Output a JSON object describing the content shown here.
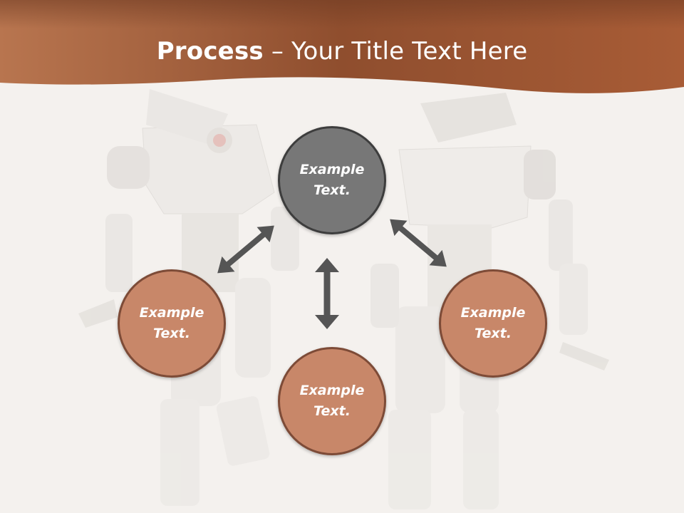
{
  "title": {
    "bold": "Process",
    "rest": " – Your Title Text Here"
  },
  "nodes": [
    {
      "id": "top",
      "text": "Example\nText."
    },
    {
      "id": "left",
      "text": "Example\nText."
    },
    {
      "id": "bottom",
      "text": "Example\nText."
    },
    {
      "id": "right",
      "text": "Example\nText."
    }
  ],
  "colors": {
    "header": "#a35a36",
    "node_fill": "#c88769",
    "node_border": "#7d4b37",
    "center_fill": "#777777",
    "arrow": "#555555"
  }
}
